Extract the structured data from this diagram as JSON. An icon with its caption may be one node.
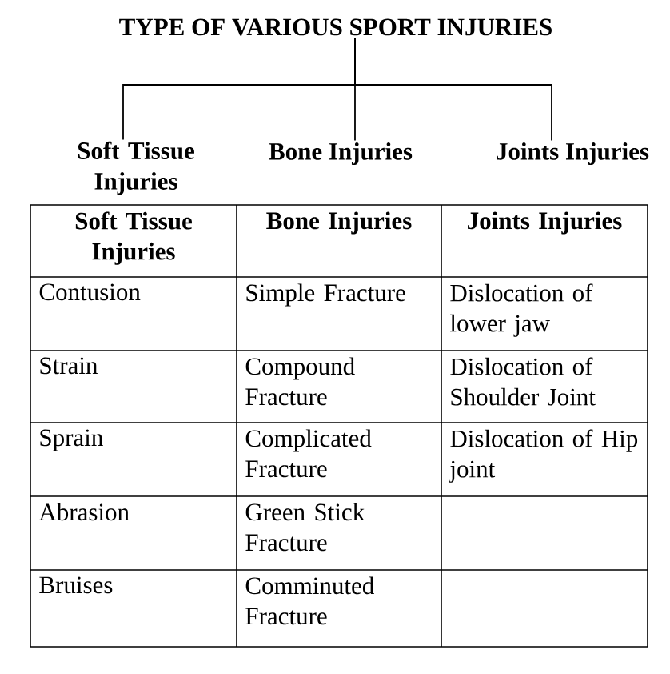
{
  "diagram": {
    "nodes": [
      {
        "text": [
          "TYPE OF VARIOUS SPORT INJURIES"
        ]
      },
      {
        "text": [
          "Soft Tissue Injuries"
        ]
      },
      {
        "text": [
          "Bone Injuries"
        ]
      },
      {
        "text": [
          "Joints Injuries"
        ]
      }
    ],
    "edges": [
      {
        "from": 0,
        "to": 1,
        "arrow": "none"
      },
      {
        "from": 0,
        "to": 2,
        "arrow": "none"
      },
      {
        "from": 0,
        "to": 3,
        "arrow": "none"
      }
    ],
    "labels": [
      "Soft Tissue Injuries",
      "Bone Injuries",
      "Joints Injuries",
      "Contusion",
      "Simple Fracture",
      "Dislocation of lower jaw",
      "Strain",
      "Compound Fracture",
      "Dislocation of Shoulder Joint",
      "Sprain",
      "Complicated Fracture",
      "Dislocation of Hip joint",
      "Abrasion",
      "Green Stick Fracture",
      "Bruises",
      "Comminuted Fracture"
    ]
  }
}
